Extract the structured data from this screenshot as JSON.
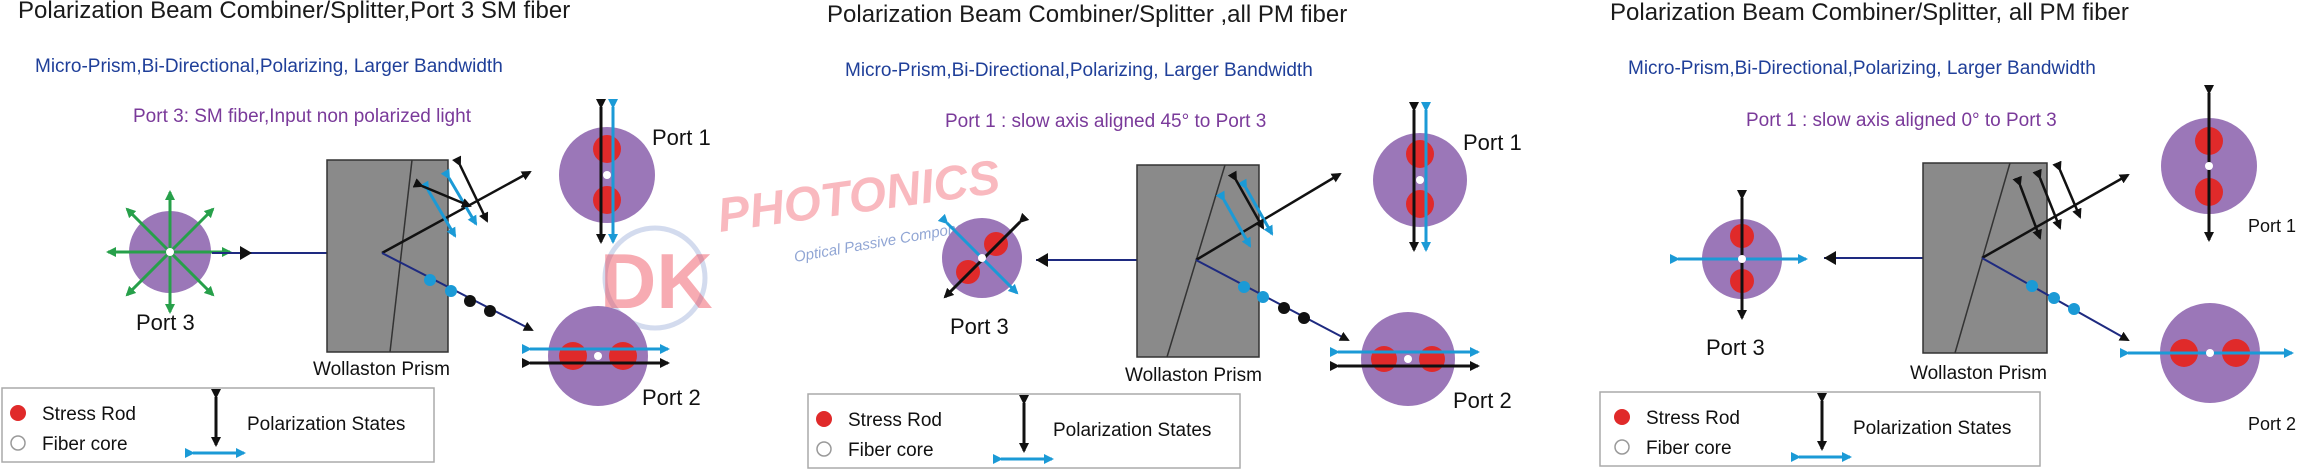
{
  "panels": [
    {
      "title": "Polarization Beam Combiner/Splitter,Port 3 SM fiber",
      "subtitle": "Micro-Prism,Bi-Directional,Polarizing, Larger Bandwidth",
      "note": "Port 3: SM fiber,Input non polarized light",
      "port1": "Port 1",
      "port2": "Port 2",
      "port3": "Port 3",
      "prism_label": "Wollaston Prism"
    },
    {
      "title": "Polarization Beam Combiner/Splitter ,all PM fiber",
      "subtitle": "Micro-Prism,Bi-Directional,Polarizing, Larger Bandwidth",
      "note": "Port 1 : slow axis aligned 45° to Port 3",
      "port1": "Port 1",
      "port2": "Port 2",
      "port3": "Port 3",
      "prism_label": "Wollaston Prism"
    },
    {
      "title": "Polarization Beam Combiner/Splitter, all PM fiber",
      "subtitle": "Micro-Prism,Bi-Directional,Polarizing, Larger Bandwidth",
      "note": "Port 1 : slow axis aligned 0° to Port 3",
      "port1": "Port 1",
      "port2": "Port 2",
      "port3": "Port 3",
      "prism_label": "Wollaston Prism"
    }
  ],
  "legend": {
    "stress_rod": "Stress Rod",
    "fiber_core": "Fiber core",
    "polarization_states": "Polarization States"
  },
  "watermark": {
    "brand_big": "DK",
    "brand_rest": "PHOTONICS",
    "tagline": "Optical Passive Components"
  },
  "colors": {
    "fiber_circle": "#9b77b8",
    "stress_rod": "#e02a2a",
    "prism": "#8a8a8a",
    "polarization_blue": "#1b9ad6",
    "polarization_black": "#111111",
    "omni_green": "#27a04a",
    "beam_line": "#1e2a80",
    "title_text": "#1a1a1a",
    "subtitle_text": "#1f3f99",
    "note_text": "#7a3a9a"
  }
}
